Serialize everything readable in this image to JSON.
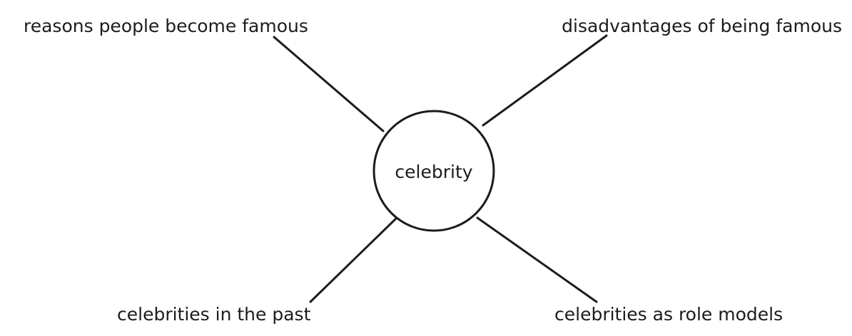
{
  "diagram": {
    "center": {
      "label": "celebrity"
    },
    "branches": [
      {
        "position": "top-left",
        "label": "reasons people become famous"
      },
      {
        "position": "top-right",
        "label": "disadvantages of being famous"
      },
      {
        "position": "bottom-left",
        "label": "celebrities in the past"
      },
      {
        "position": "bottom-right",
        "label": "celebrities as role models"
      }
    ],
    "colors": {
      "stroke": "#1c1c1c",
      "text": "#1c1c1c",
      "background": "#ffffff"
    }
  }
}
